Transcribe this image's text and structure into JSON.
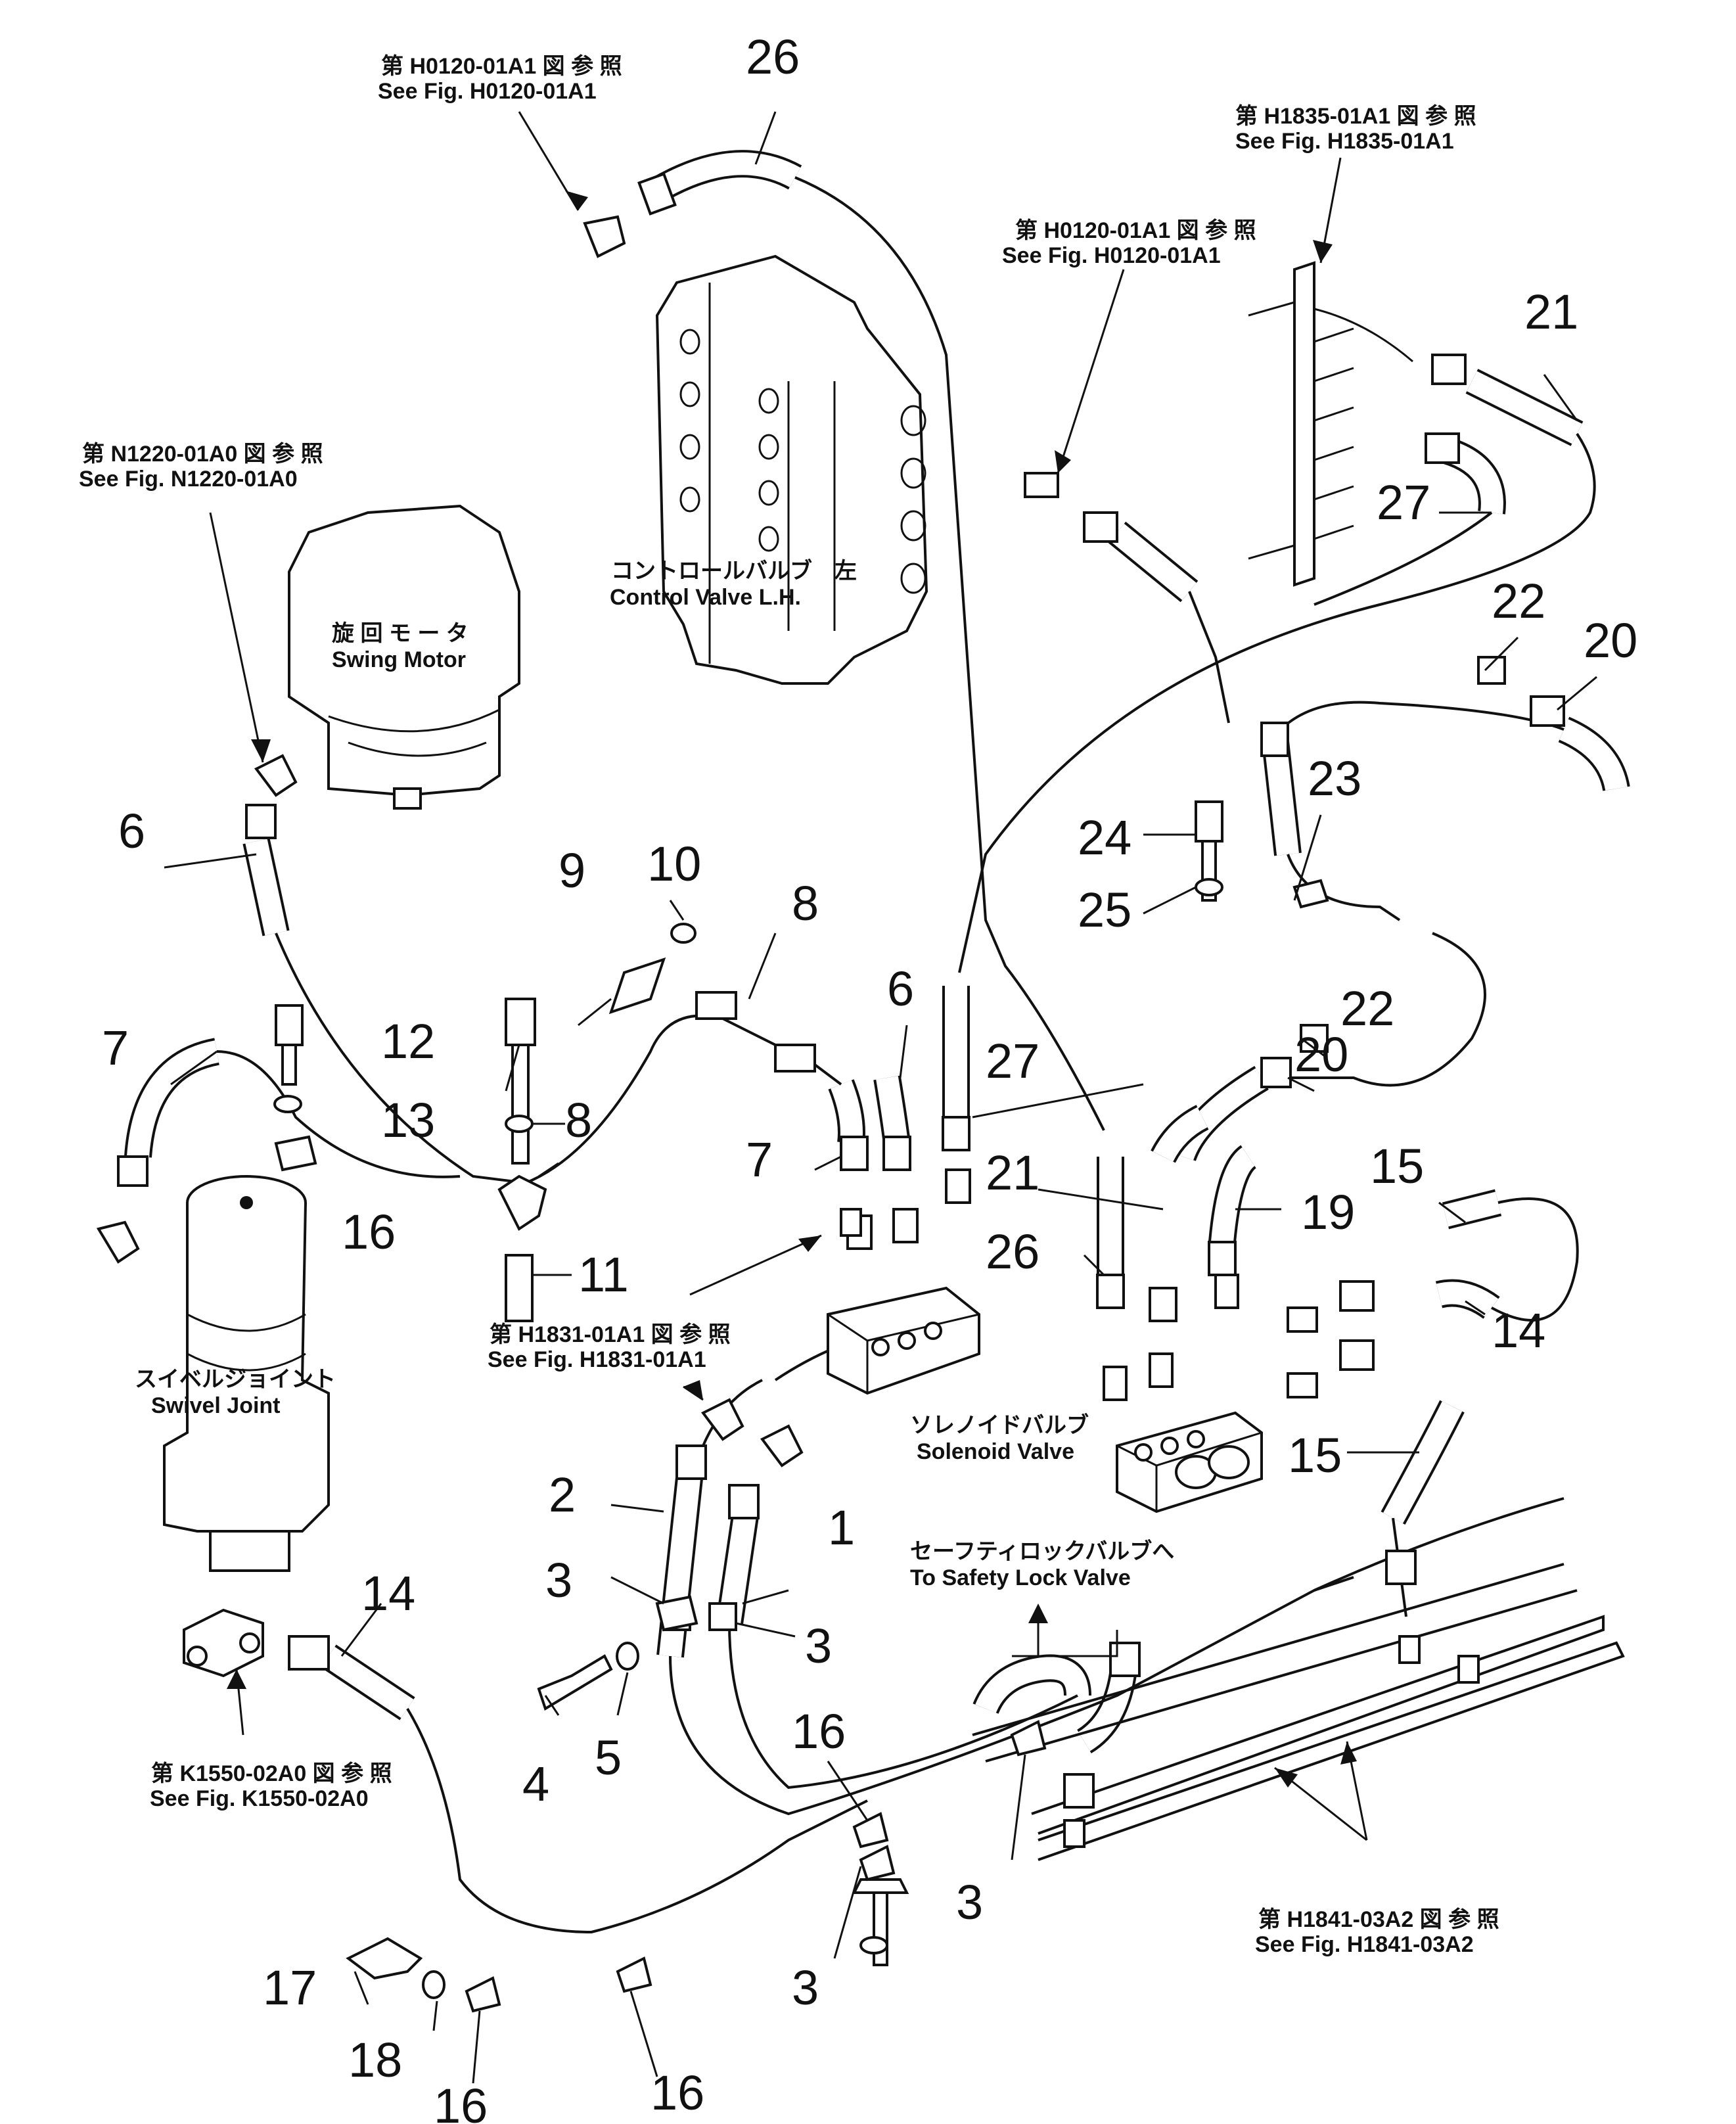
{
  "references": {
    "h0120_top": {
      "jp": "第 H0120-01A1 図 参 照",
      "en": "See Fig. H0120-01A1"
    },
    "h0120_mid": {
      "jp": "第 H0120-01A1 図 参 照",
      "en": "See Fig. H0120-01A1"
    },
    "h1835": {
      "jp": "第 H1835-01A1 図 参 照",
      "en": "See Fig. H1835-01A1"
    },
    "n1220": {
      "jp": "第 N1220-01A0 図 参 照",
      "en": "See Fig. N1220-01A0"
    },
    "h1831": {
      "jp": "第 H1831-01A1 図 参 照",
      "en": "See Fig. H1831-01A1"
    },
    "k1550": {
      "jp": "第 K1550-02A0 図 参 照",
      "en": "See Fig. K1550-02A0"
    },
    "h1841": {
      "jp": "第 H1841-03A2 図 参 照",
      "en": "See Fig. H1841-03A2"
    }
  },
  "components": {
    "control_valve": {
      "jp": "コントロールバルブ　左",
      "en": "Control  Valve  L.H."
    },
    "swing_motor": {
      "jp": "旋 回 モ ー タ",
      "en": "Swing  Motor"
    },
    "swivel_joint": {
      "jp": "スイベルジョイント",
      "en": "Swivel  Joint"
    },
    "solenoid_valve": {
      "jp": "ソレノイドバルブ",
      "en": "Solenoid  Valve"
    },
    "safety_lock": {
      "jp": "セーフティロックバルブへ",
      "en": "To  Safety  Lock  Valve"
    }
  },
  "callouts": {
    "c1": "1",
    "c2": "2",
    "c3a": "3",
    "c3b": "3",
    "c3c": "3",
    "c3d": "3",
    "c4": "4",
    "c5": "5",
    "c6a": "6",
    "c6b": "6",
    "c7a": "7",
    "c7b": "7",
    "c8a": "8",
    "c8b": "8",
    "c9": "9",
    "c10": "10",
    "c11": "11",
    "c12": "12",
    "c13": "13",
    "c14a": "14",
    "c14b": "14",
    "c15a": "15",
    "c15b": "15",
    "c16a": "16",
    "c16b": "16",
    "c16c": "16",
    "c16d": "16",
    "c17": "17",
    "c18": "18",
    "c19": "19",
    "c20a": "20",
    "c20b": "20",
    "c21a": "21",
    "c21b": "21",
    "c22a": "22",
    "c22b": "22",
    "c23": "23",
    "c24": "24",
    "c25": "25",
    "c26a": "26",
    "c26b": "26",
    "c27a": "27",
    "c27b": "27"
  }
}
